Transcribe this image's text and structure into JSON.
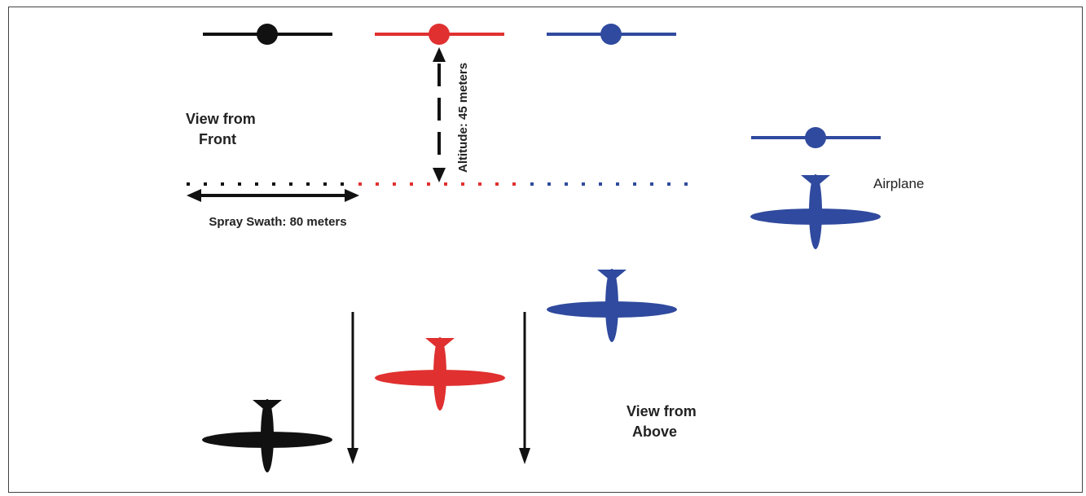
{
  "labels": {
    "view_front_line1": "View from",
    "view_front_line2": "Front",
    "view_above_line1": "View from",
    "view_above_line2": "Above",
    "altitude": "Altitude: 45 meters",
    "swath": "Spray Swath: 80 meters",
    "legend_airplane": "Airplane"
  },
  "colors": {
    "black": "#111111",
    "red": "#e03030",
    "blue": "#2f4a9e",
    "text": "#222222"
  },
  "icons": {
    "front_airplane": "airplane-front-view-icon",
    "top_airplane": "airplane-top-view-icon"
  }
}
